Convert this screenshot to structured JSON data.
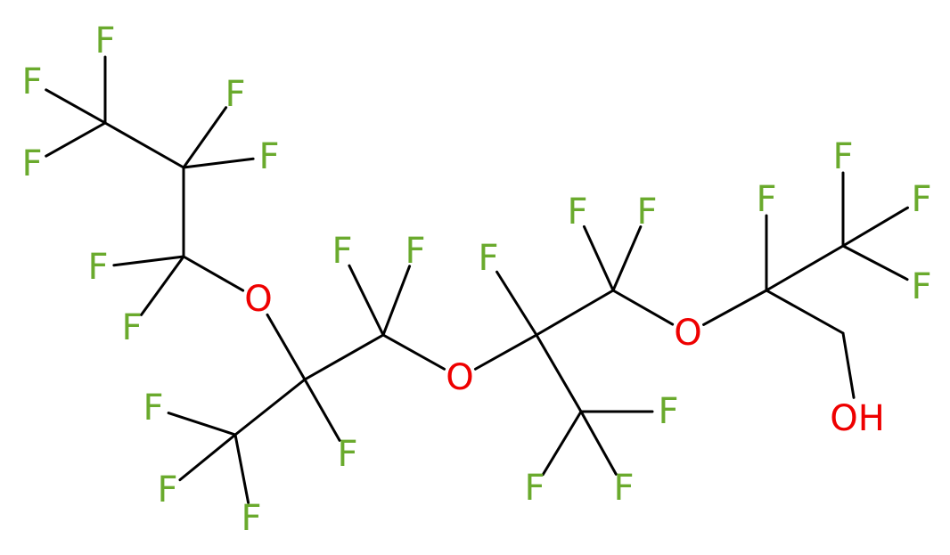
{
  "colors": {
    "bond": "#000000",
    "fluorine": "#6aaa2d",
    "oxygen": "#ee0000",
    "background": "#ffffff"
  },
  "molecule": {
    "atoms": [
      {
        "id": "a1",
        "element": "C"
      },
      {
        "id": "a2",
        "element": "F",
        "label": "F"
      },
      {
        "id": "a3",
        "element": "F",
        "label": "F"
      },
      {
        "id": "a4",
        "element": "F",
        "label": "F"
      },
      {
        "id": "a5",
        "element": "C"
      },
      {
        "id": "a6",
        "element": "F",
        "label": "F"
      },
      {
        "id": "a7",
        "element": "F",
        "label": "F"
      },
      {
        "id": "a8",
        "element": "C"
      },
      {
        "id": "a9",
        "element": "F",
        "label": "F"
      },
      {
        "id": "a10",
        "element": "F",
        "label": "F"
      },
      {
        "id": "a11",
        "element": "O",
        "label": "O"
      },
      {
        "id": "a12",
        "element": "C"
      },
      {
        "id": "a13",
        "element": "F",
        "label": "F"
      },
      {
        "id": "a14",
        "element": "C"
      },
      {
        "id": "a15",
        "element": "F",
        "label": "F"
      },
      {
        "id": "a16",
        "element": "F",
        "label": "F"
      },
      {
        "id": "a17",
        "element": "F",
        "label": "F"
      },
      {
        "id": "a18",
        "element": "C"
      },
      {
        "id": "a19",
        "element": "F",
        "label": "F"
      },
      {
        "id": "a20",
        "element": "F",
        "label": "F"
      },
      {
        "id": "a21",
        "element": "O",
        "label": "O"
      },
      {
        "id": "a22",
        "element": "C"
      },
      {
        "id": "a23",
        "element": "F",
        "label": "F"
      },
      {
        "id": "a24",
        "element": "C"
      },
      {
        "id": "a25",
        "element": "F",
        "label": "F"
      },
      {
        "id": "a26",
        "element": "F",
        "label": "F"
      },
      {
        "id": "a27",
        "element": "F",
        "label": "F"
      },
      {
        "id": "a28",
        "element": "C"
      },
      {
        "id": "a29",
        "element": "F",
        "label": "F"
      },
      {
        "id": "a30",
        "element": "F",
        "label": "F"
      },
      {
        "id": "a31",
        "element": "O",
        "label": "O"
      },
      {
        "id": "a32",
        "element": "C"
      },
      {
        "id": "a33",
        "element": "F",
        "label": "F"
      },
      {
        "id": "a34",
        "element": "C"
      },
      {
        "id": "a35",
        "element": "F",
        "label": "F"
      },
      {
        "id": "a36",
        "element": "F",
        "label": "F"
      },
      {
        "id": "a37",
        "element": "F",
        "label": "F"
      },
      {
        "id": "a38",
        "element": "C"
      },
      {
        "id": "a39",
        "element": "O",
        "label": "OH"
      }
    ],
    "bonds": [
      [
        "a1",
        "a2"
      ],
      [
        "a1",
        "a3"
      ],
      [
        "a1",
        "a4"
      ],
      [
        "a1",
        "a5"
      ],
      [
        "a5",
        "a6"
      ],
      [
        "a5",
        "a7"
      ],
      [
        "a5",
        "a8"
      ],
      [
        "a8",
        "a9"
      ],
      [
        "a8",
        "a10"
      ],
      [
        "a8",
        "a11"
      ],
      [
        "a11",
        "a12"
      ],
      [
        "a12",
        "a13"
      ],
      [
        "a12",
        "a14"
      ],
      [
        "a14",
        "a15"
      ],
      [
        "a14",
        "a16"
      ],
      [
        "a14",
        "a17"
      ],
      [
        "a12",
        "a18"
      ],
      [
        "a18",
        "a19"
      ],
      [
        "a18",
        "a20"
      ],
      [
        "a18",
        "a21"
      ],
      [
        "a21",
        "a22"
      ],
      [
        "a22",
        "a23"
      ],
      [
        "a22",
        "a24"
      ],
      [
        "a24",
        "a25"
      ],
      [
        "a24",
        "a26"
      ],
      [
        "a24",
        "a27"
      ],
      [
        "a22",
        "a28"
      ],
      [
        "a28",
        "a29"
      ],
      [
        "a28",
        "a30"
      ],
      [
        "a28",
        "a31"
      ],
      [
        "a31",
        "a32"
      ],
      [
        "a32",
        "a33"
      ],
      [
        "a32",
        "a34"
      ],
      [
        "a34",
        "a35"
      ],
      [
        "a34",
        "a36"
      ],
      [
        "a34",
        "a37"
      ],
      [
        "a32",
        "a38"
      ],
      [
        "a38",
        "a39"
      ]
    ]
  }
}
